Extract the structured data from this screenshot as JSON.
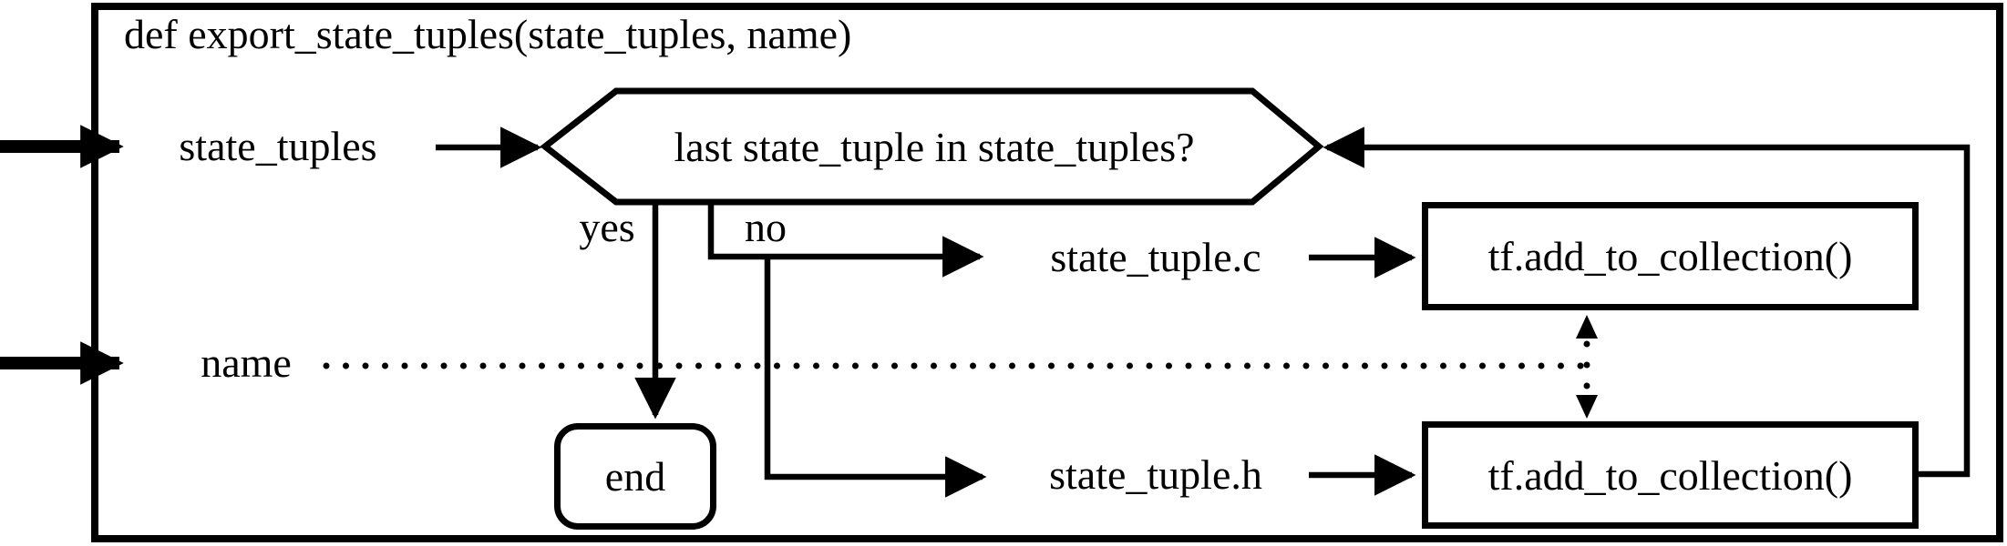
{
  "diagram": {
    "type": "flowchart",
    "title": "def export_state_tuples(state_tuples, name)",
    "inputs": {
      "state_tuples": "state_tuples",
      "name": "name"
    },
    "decision": {
      "label": "last state_tuple in state_tuples?",
      "yes": "yes",
      "no": "no"
    },
    "branch_labels": {
      "state_tuple_c": "state_tuple.c",
      "state_tuple_h": "state_tuple.h"
    },
    "nodes": {
      "end": "end",
      "add_to_collection_c": "tf.add_to_collection()",
      "add_to_collection_h": "tf.add_to_collection()"
    },
    "colors": {
      "line": "#000000",
      "text": "#000000",
      "background": "#ffffff"
    }
  }
}
